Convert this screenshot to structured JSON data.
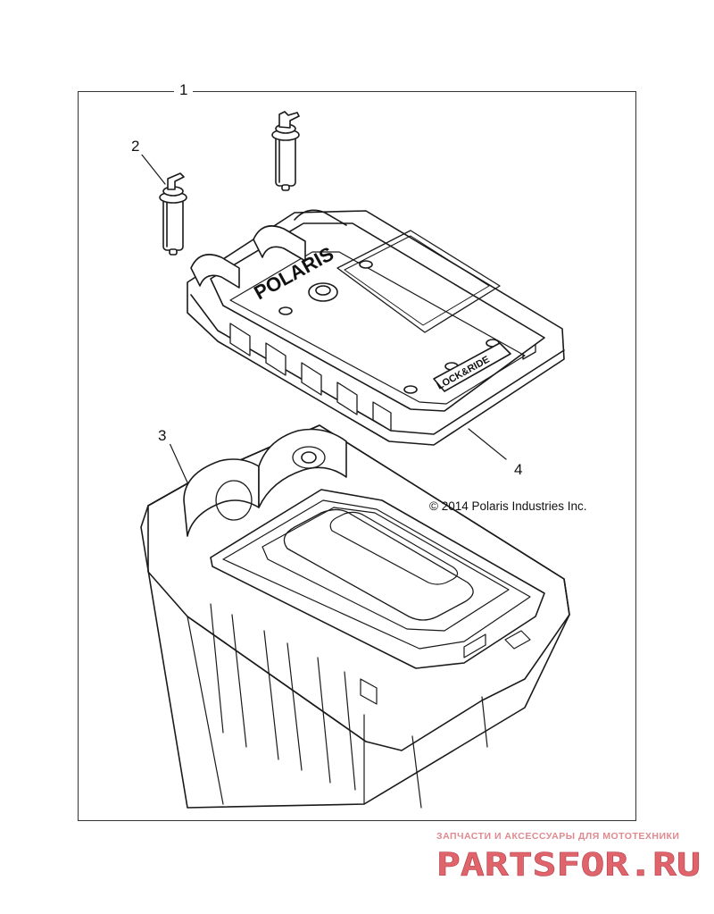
{
  "diagram": {
    "callouts": {
      "c1": "1",
      "c2": "2",
      "c3": "3",
      "c4": "4"
    },
    "lid_brand_text": "POLARIS",
    "lid_badge_text": "LOCK&RIDE",
    "copyright": "© 2014 Polaris Industries Inc."
  },
  "watermark": {
    "tagline": "ЗАПЧАСТИ И АКСЕССУАРЫ ДЛЯ МОТОТЕХНИКИ",
    "logo_text": "PARTSFOR.RU",
    "color": "#e0646c"
  }
}
